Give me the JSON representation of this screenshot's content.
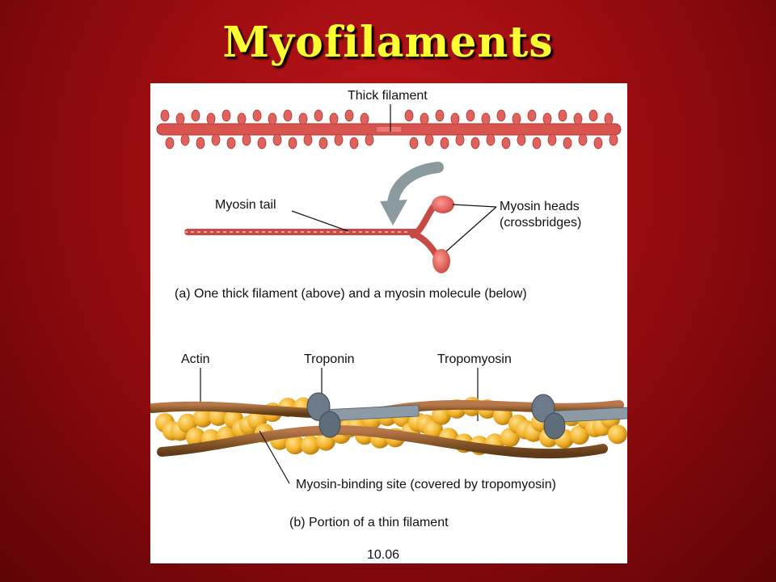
{
  "slide": {
    "title": "Myofilaments"
  },
  "figure": {
    "part_a": {
      "label_thick_filament": "Thick filament",
      "label_myosin_tail": "Myosin tail",
      "label_myosin_heads_line1": "Myosin heads",
      "label_myosin_heads_line2": "(crossbridges)",
      "caption": "(a) One thick filament (above) and a myosin molecule (below)"
    },
    "part_b": {
      "label_actin": "Actin",
      "label_troponin": "Troponin",
      "label_tropomyosin": "Tropomyosin",
      "label_binding_site": "Myosin-binding site (covered by tropomyosin)",
      "caption": "(b) Portion of a thin filament"
    },
    "figure_number": "10.06"
  },
  "colors": {
    "background": "#9a0c10",
    "title": "#ffff33",
    "thick_filament": "#d9534f",
    "actin": "#f0b429",
    "tropomyosin": "#8b5a2b",
    "troponin": "#6c7a89"
  }
}
